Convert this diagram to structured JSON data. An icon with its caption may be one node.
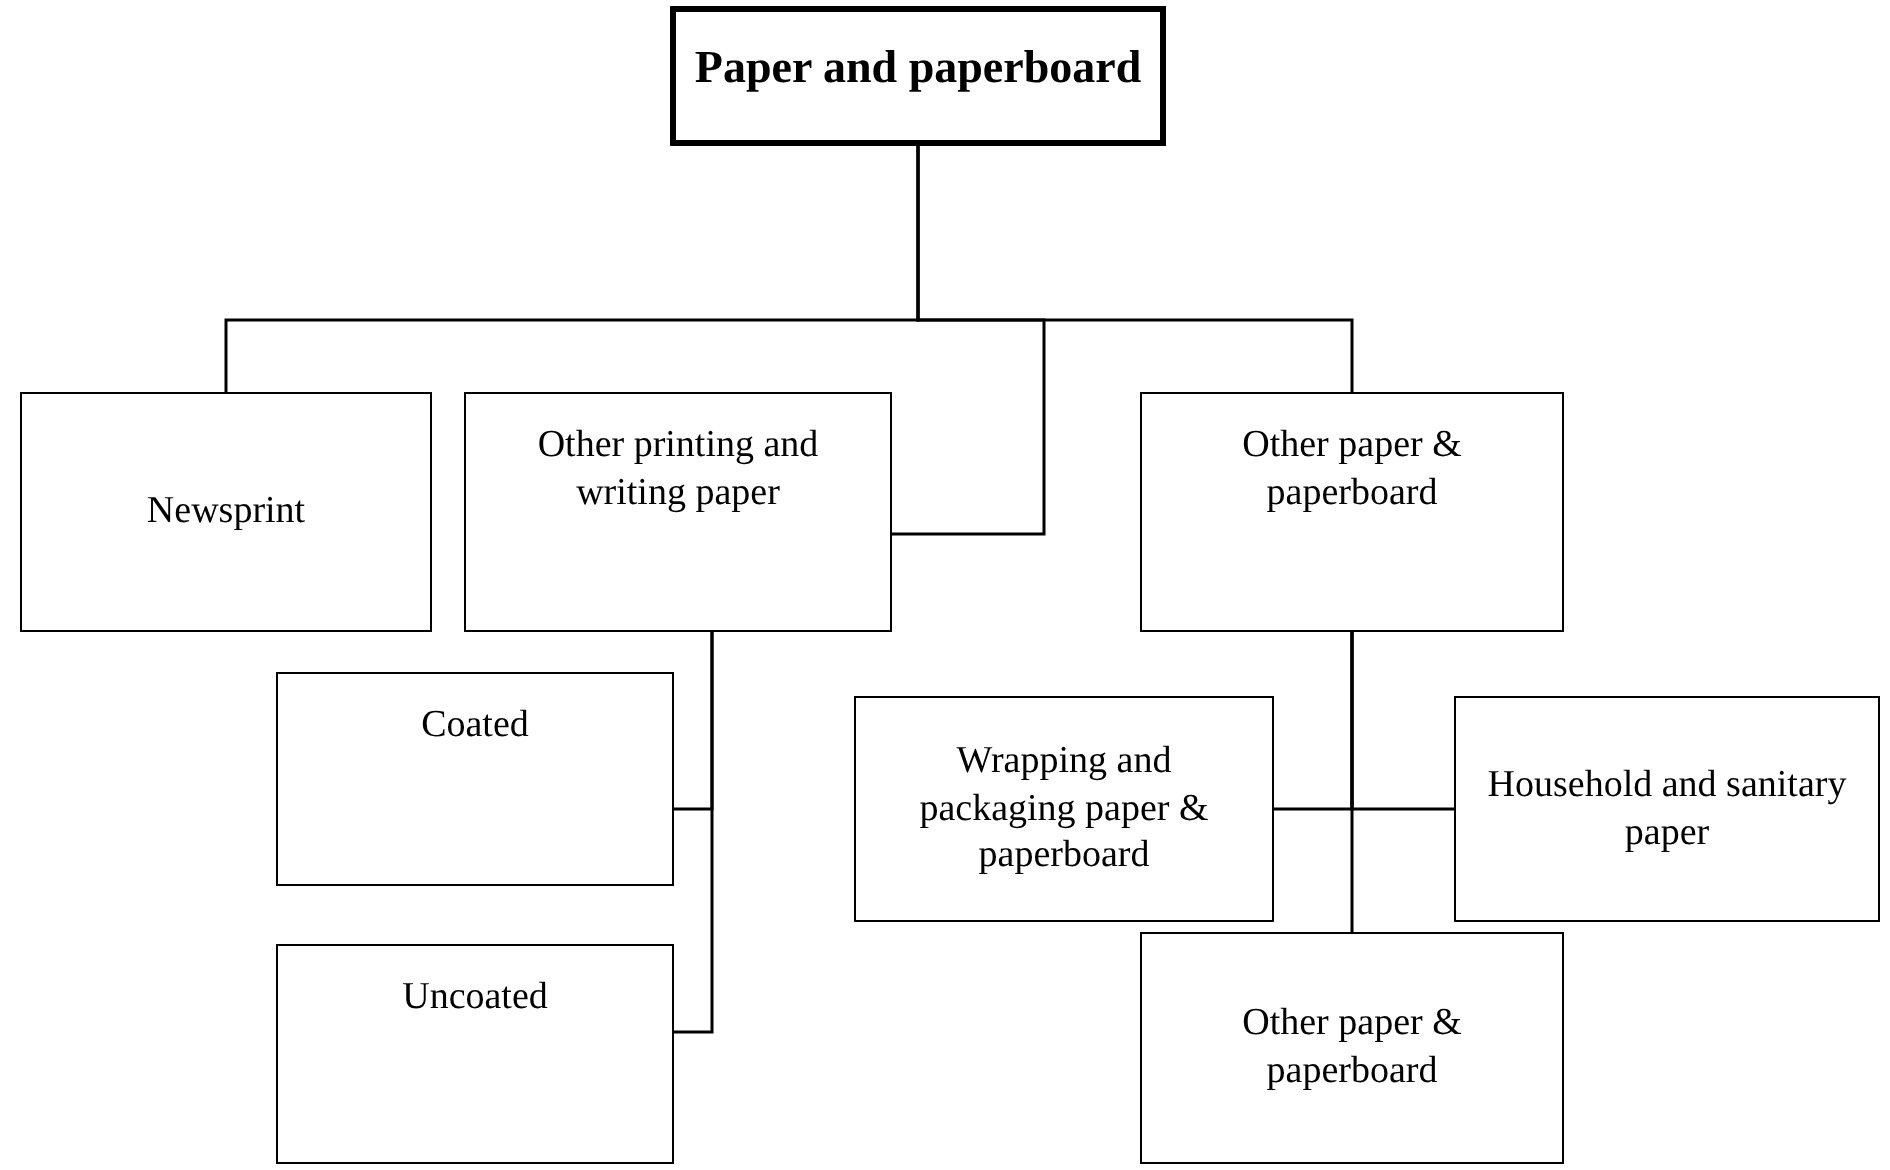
{
  "diagram": {
    "nodes": [
      {
        "text": [
          "Paper and paperboard"
        ]
      },
      {
        "text": [
          "Newsprint"
        ]
      },
      {
        "text": [
          "Other printing and writing paper"
        ]
      },
      {
        "text": [
          "Other paper & paperboard"
        ]
      },
      {
        "text": [
          "Coated"
        ]
      },
      {
        "text": [
          "Uncoated"
        ]
      },
      {
        "text": [
          "Wrapping and packaging paper & paperboard"
        ]
      },
      {
        "text": [
          "Household and sanitary paper"
        ]
      },
      {
        "text": [
          "Other paper & paperboard"
        ]
      }
    ],
    "edges": [
      {
        "from": 0,
        "to": 1,
        "arrow": "none"
      },
      {
        "from": 0,
        "to": 2,
        "arrow": "none"
      },
      {
        "from": 0,
        "to": 3,
        "arrow": "none"
      },
      {
        "from": 2,
        "to": 4,
        "arrow": "none"
      },
      {
        "from": 2,
        "to": 5,
        "arrow": "none"
      },
      {
        "from": 3,
        "to": 6,
        "arrow": "none"
      },
      {
        "from": 3,
        "to": 7,
        "arrow": "none"
      },
      {
        "from": 3,
        "to": 8,
        "arrow": "none"
      }
    ]
  }
}
